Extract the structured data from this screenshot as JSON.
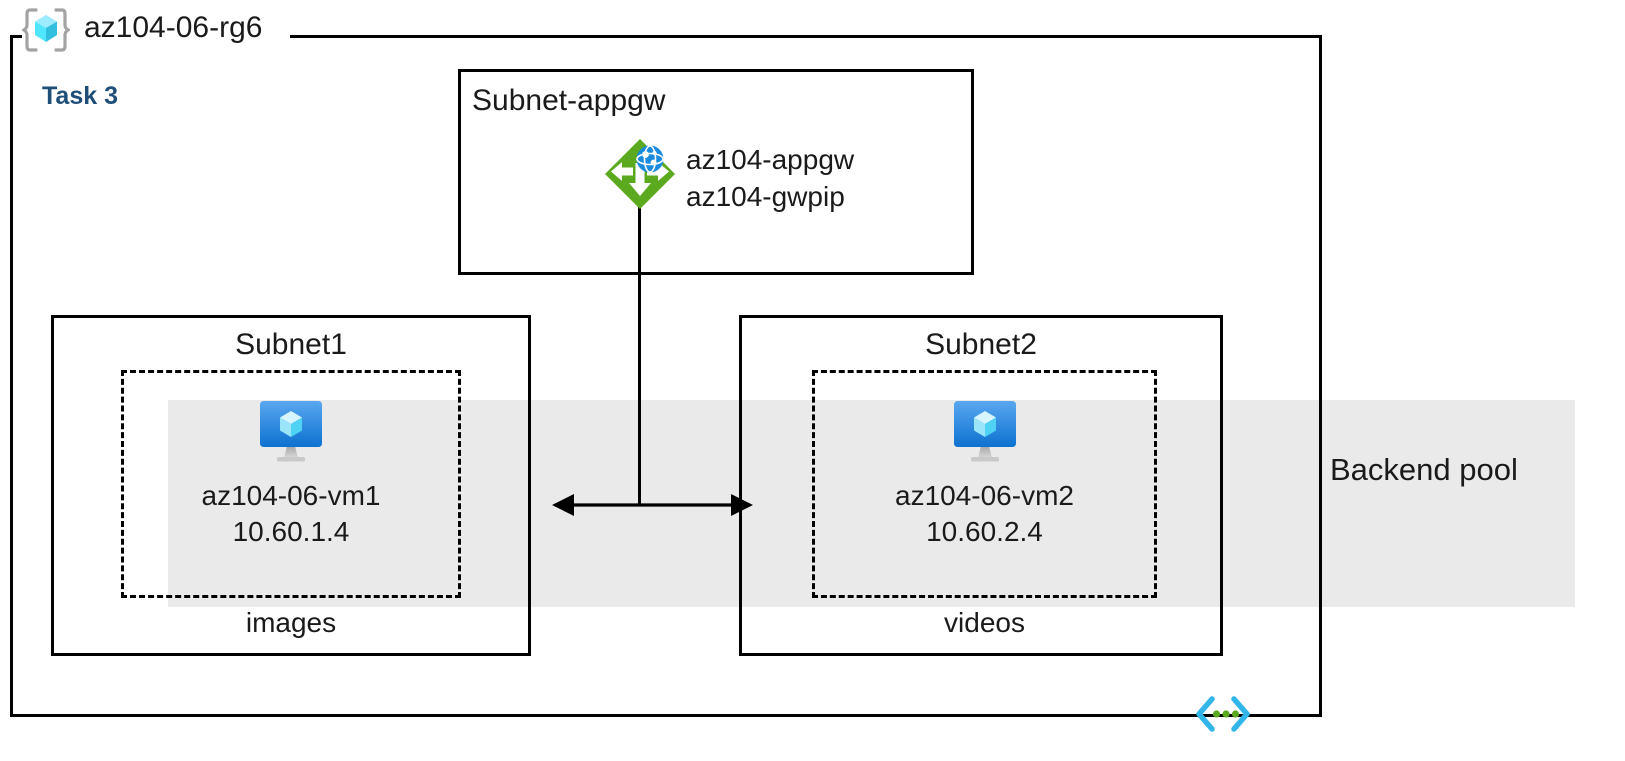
{
  "diagram": {
    "resource_group": {
      "name": "az104-06-rg6",
      "icon": "resource-group-cube-icon"
    },
    "task_label": "Task 3",
    "backend_pool": {
      "label": "Backend pool",
      "band_color": "#EAEAEA"
    },
    "subnets": [
      {
        "id": "subnet-appgw",
        "title": "Subnet-appgw",
        "resources": [
          {
            "icon": "application-gateway-icon",
            "lines": [
              "az104-appgw",
              "az104-gwpip"
            ]
          }
        ]
      },
      {
        "id": "subnet1",
        "title": "Subnet1",
        "vm": {
          "icon": "virtual-machine-icon",
          "name": "az104-06-vm1",
          "ip": "10.60.1.4"
        },
        "share_label": "images"
      },
      {
        "id": "subnet2",
        "title": "Subnet2",
        "vm": {
          "icon": "virtual-machine-icon",
          "name": "az104-06-vm2",
          "ip": "10.60.2.4"
        },
        "share_label": "videos"
      }
    ],
    "connectors": [
      {
        "id": "appgw-to-backend",
        "type": "vertical-line",
        "from": "application-gateway-icon",
        "to": "backend-arrow"
      },
      {
        "id": "vm1-vm2-link",
        "type": "double-headed-arrow",
        "from": "subnet1",
        "to": "subnet2"
      }
    ],
    "footer_icon": "code-brackets-icon",
    "colors": {
      "task_accent": "#1F4E79",
      "border": "#000000",
      "band": "#EAEAEA",
      "appgw_green": "#59A714",
      "vm_blue": "#0F7FD4",
      "cube_cyan": "#50E6FF",
      "code_cyan": "#32B5E8",
      "code_green": "#5BA91F"
    }
  }
}
